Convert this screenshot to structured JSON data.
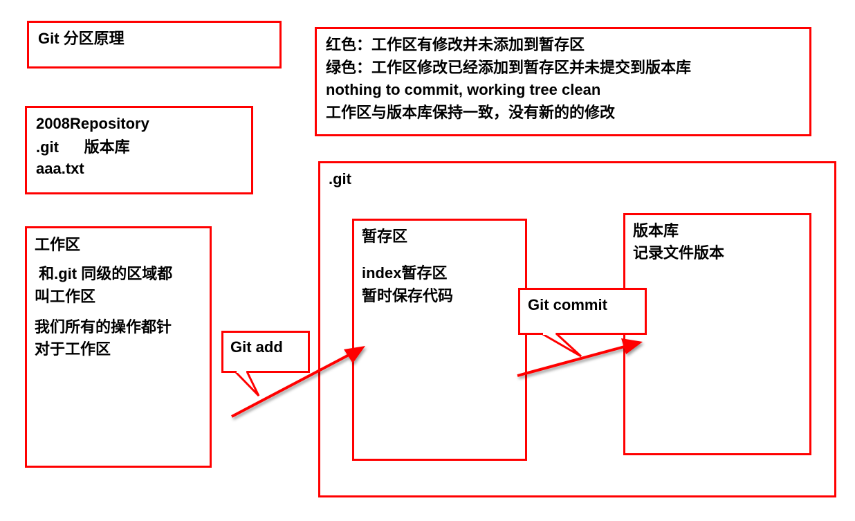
{
  "title_box": {
    "text": "Git 分区原理"
  },
  "repo_box": {
    "lines": [
      "2008Repository",
      ".git      版本库",
      "aaa.txt"
    ]
  },
  "legend_box": {
    "lines": [
      "红色：工作区有修改并未添加到暂存区",
      "绿色：工作区修改已经添加到暂存区并未提交到版本库",
      "nothing to commit, working tree clean",
      "工作区与版本库保持一致，没有新的的修改"
    ]
  },
  "workspace_box": {
    "title": "工作区",
    "lines": [
      " 和.git 同级的区域都",
      "叫工作区",
      "我们所有的操作都针",
      "对于工作区"
    ]
  },
  "git_box": {
    "title": ".git"
  },
  "staging_box": {
    "title": "暂存区",
    "lines": [
      "index暂存区",
      "暂时保存代码"
    ]
  },
  "repository_box": {
    "lines": [
      "版本库",
      "记录文件版本"
    ]
  },
  "callouts": {
    "add": "Git add",
    "commit": "Git commit"
  },
  "colors": {
    "accent": "#ff0000"
  }
}
